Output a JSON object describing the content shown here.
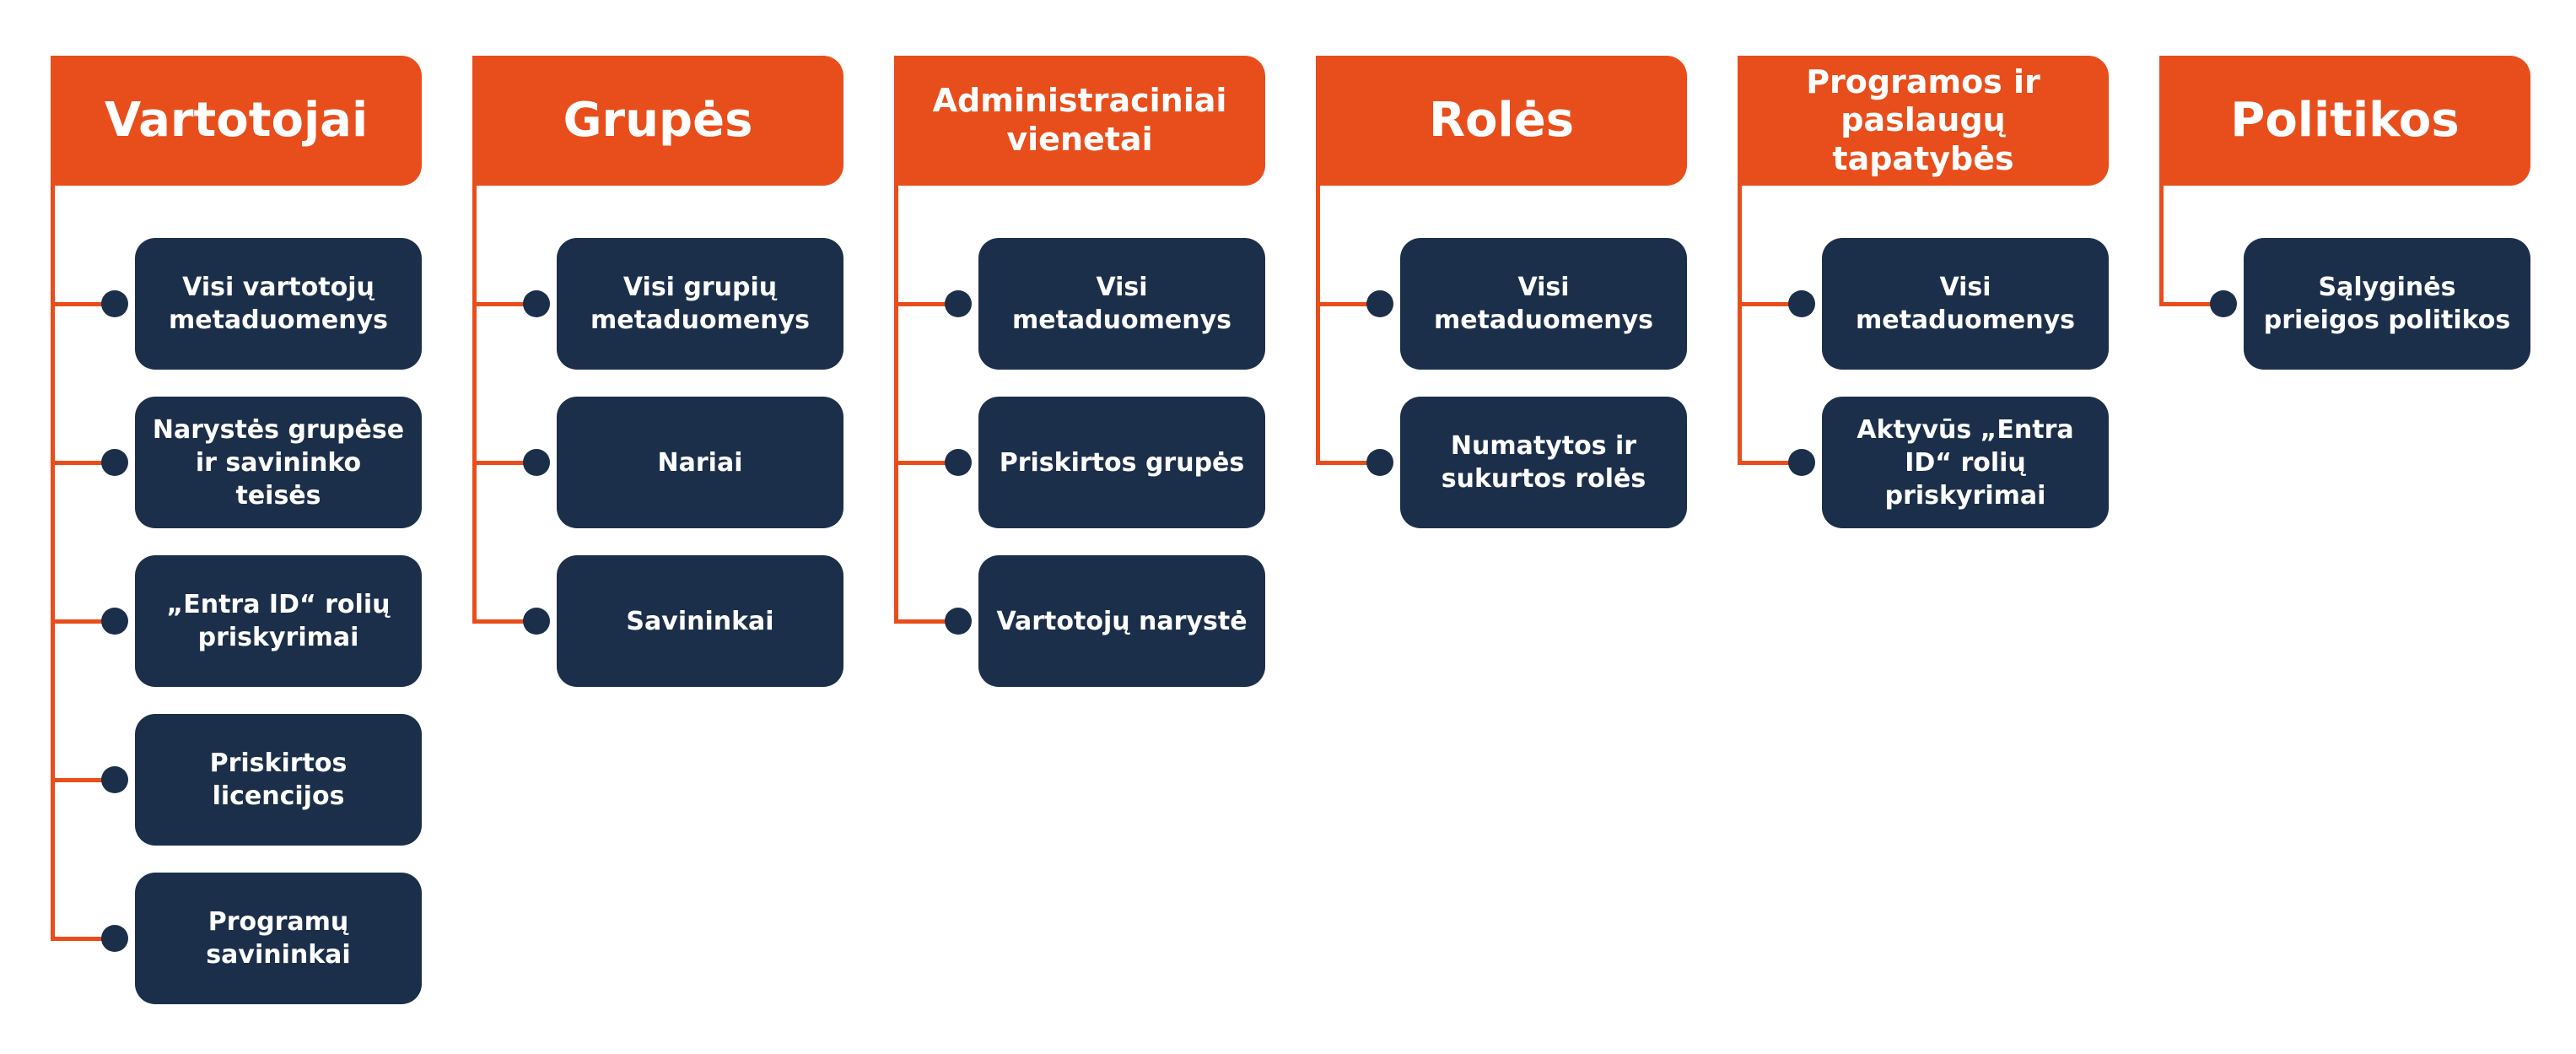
{
  "colors": {
    "accent": "#e84e1b",
    "node": "#1c2f4a",
    "text": "#ffffff"
  },
  "columns": [
    {
      "title": "Vartotojai",
      "items": [
        "Visi vartotojų metaduomenys",
        "Narystės grupėse ir savininko teisės",
        "„Entra ID“ rolių priskyrimai",
        "Priskirtos licencijos",
        "Programų savininkai"
      ]
    },
    {
      "title": "Grupės",
      "items": [
        "Visi grupių metaduomenys",
        "Nariai",
        "Savininkai"
      ]
    },
    {
      "title": "Administraciniai vienetai",
      "items": [
        "Visi metaduomenys",
        "Priskirtos grupės",
        "Vartotojų narystė"
      ]
    },
    {
      "title": "Rolės",
      "items": [
        "Visi metaduomenys",
        "Numatytos ir sukurtos rolės"
      ]
    },
    {
      "title": "Programos ir paslaugų tapatybės",
      "items": [
        "Visi metaduomenys",
        "Aktyvūs „Entra ID“ rolių priskyrimai"
      ]
    },
    {
      "title": "Politikos",
      "items": [
        "Sąlyginės prieigos politikos"
      ]
    }
  ]
}
